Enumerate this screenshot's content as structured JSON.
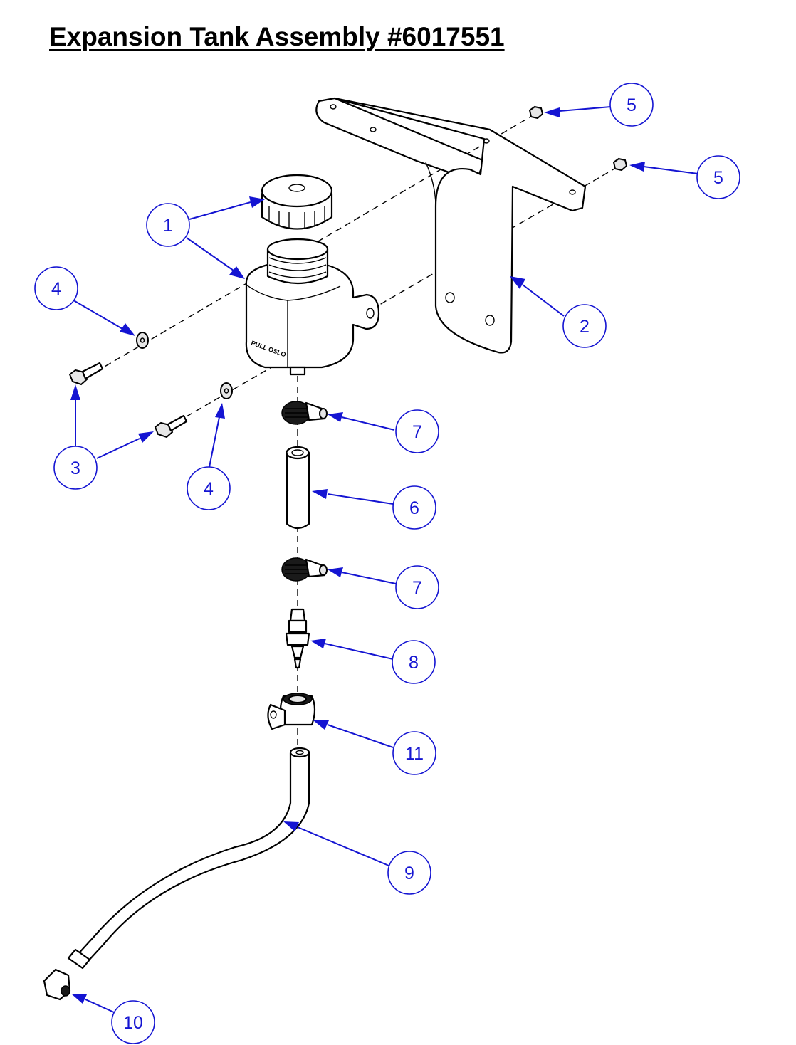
{
  "title": "Expansion Tank Assembly #6017551",
  "colors": {
    "callout": "#1414d2",
    "line": "#000000",
    "background": "#ffffff"
  },
  "parts": [
    {
      "id": "tank-cap"
    },
    {
      "id": "tank-body",
      "text": "PULL OSLO"
    },
    {
      "id": "mounting-bracket"
    },
    {
      "id": "bolt-upper"
    },
    {
      "id": "bolt-lower"
    },
    {
      "id": "washer-upper"
    },
    {
      "id": "washer-lower"
    },
    {
      "id": "nut-upper"
    },
    {
      "id": "nut-lower"
    },
    {
      "id": "hose-short"
    },
    {
      "id": "hose-clamp-upper"
    },
    {
      "id": "hose-clamp-lower"
    },
    {
      "id": "hose-barb-fitting"
    },
    {
      "id": "hose-long"
    },
    {
      "id": "elbow-fitting"
    },
    {
      "id": "p-clamp"
    }
  ],
  "callouts": [
    {
      "label": "1",
      "targets": [
        "tank-cap",
        "tank-body"
      ]
    },
    {
      "label": "2",
      "targets": [
        "mounting-bracket"
      ]
    },
    {
      "label": "3",
      "targets": [
        "bolt-upper",
        "bolt-lower"
      ]
    },
    {
      "label": "4",
      "targets": [
        "washer-upper"
      ]
    },
    {
      "label": "4",
      "targets": [
        "washer-lower"
      ]
    },
    {
      "label": "5",
      "targets": [
        "nut-upper"
      ]
    },
    {
      "label": "5",
      "targets": [
        "nut-lower"
      ]
    },
    {
      "label": "6",
      "targets": [
        "hose-short"
      ]
    },
    {
      "label": "7",
      "targets": [
        "hose-clamp-upper"
      ]
    },
    {
      "label": "7",
      "targets": [
        "hose-clamp-lower"
      ]
    },
    {
      "label": "8",
      "targets": [
        "hose-barb-fitting"
      ]
    },
    {
      "label": "9",
      "targets": [
        "hose-long"
      ]
    },
    {
      "label": "10",
      "targets": [
        "elbow-fitting"
      ]
    },
    {
      "label": "11",
      "targets": [
        "p-clamp"
      ]
    }
  ]
}
